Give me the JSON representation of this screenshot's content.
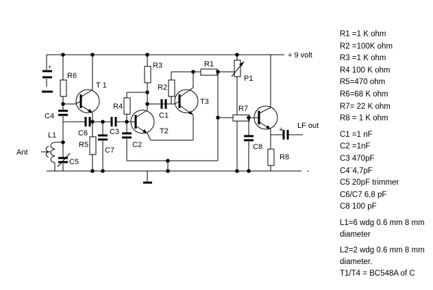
{
  "schematic": {
    "labels": {
      "supply": "+ 9 volt",
      "ground": "-",
      "antenna": "Ant",
      "output": "LF out",
      "plus_c8": "+",
      "plus_c_input": "+"
    },
    "components": {
      "R1": "R1",
      "R2": "R2",
      "R3": "R3",
      "R4": "R4",
      "R5": "R5",
      "R6": "R6",
      "R7": "R7",
      "R8": "R8",
      "P1": "P1",
      "C1": "C1",
      "C2": "C2",
      "C3": "C3",
      "C4": "C4",
      "C5": "C5",
      "C6": "C6",
      "C7": "C7",
      "C8": "C8",
      "L1": "L1",
      "T1": "T 1",
      "T2": "T2",
      "T3": "T3"
    }
  },
  "parts_list": {
    "resistors": [
      "R1 =1 K ohm",
      "R2 =100K ohm",
      "R3 =1 K ohm",
      "R4 100 K ohm",
      "R5=470 ohm",
      "R6=68 K ohm",
      "R7= 22 K ohm",
      "R8 = 1 K ohm"
    ],
    "capacitors": [
      "C1 =1 nF",
      "C2 =1nF",
      "C3  470pF",
      "C4¨4,7pF",
      "C5  20pF trimmer",
      "C6/C7 6,8 pF",
      "C8 100 pF"
    ],
    "coils": [
      "L1=6 wdg 0.6 mm 8 mm diameter",
      "L2=2 wdg 0.6 mm 8 mm diameter."
    ],
    "transistors": "T1/T4 = BC548A of C"
  }
}
